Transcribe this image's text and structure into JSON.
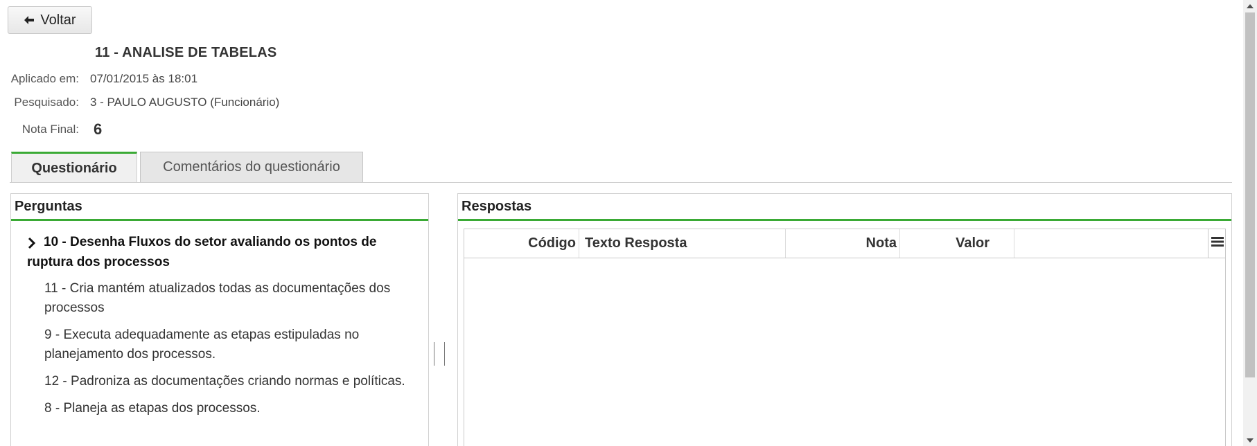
{
  "toolbar": {
    "back_label": "Voltar",
    "back_icon": "arrow-left-icon"
  },
  "header": {
    "title": "11 - ANALISE DE TABELAS",
    "aplicado_label": "Aplicado em:",
    "aplicado_value": "07/01/2015 às 18:01",
    "pesquisado_label": "Pesquisado:",
    "pesquisado_value": "3 - PAULO AUGUSTO (Funcionário)",
    "nota_label": "Nota Final:",
    "nota_value": "6"
  },
  "tabs": [
    {
      "label": "Questionário",
      "active": true
    },
    {
      "label": "Comentários do questionário",
      "active": false
    }
  ],
  "perguntas": {
    "title": "Perguntas",
    "items": [
      {
        "label": "10 - Desenha Fluxos do setor avaliando os pontos de ruptura dos processos",
        "selected": true
      },
      {
        "label": "11 - Cria mantém atualizados todas as documentações dos processos",
        "selected": false
      },
      {
        "label": "9 - Executa adequadamente as etapas estipuladas no planejamento dos processos.",
        "selected": false
      },
      {
        "label": "12 - Padroniza as documentações criando normas e políticas.",
        "selected": false
      },
      {
        "label": "8 - Planeja as etapas dos processos.",
        "selected": false
      }
    ]
  },
  "respostas": {
    "title": "Respostas",
    "columns": [
      "Código",
      "Texto Resposta",
      "Nota",
      "Valor",
      ""
    ],
    "rows": [],
    "menu_icon": "hamburger-menu-icon"
  },
  "colors": {
    "accent": "#3aaa35",
    "border": "#d0d0d0"
  }
}
